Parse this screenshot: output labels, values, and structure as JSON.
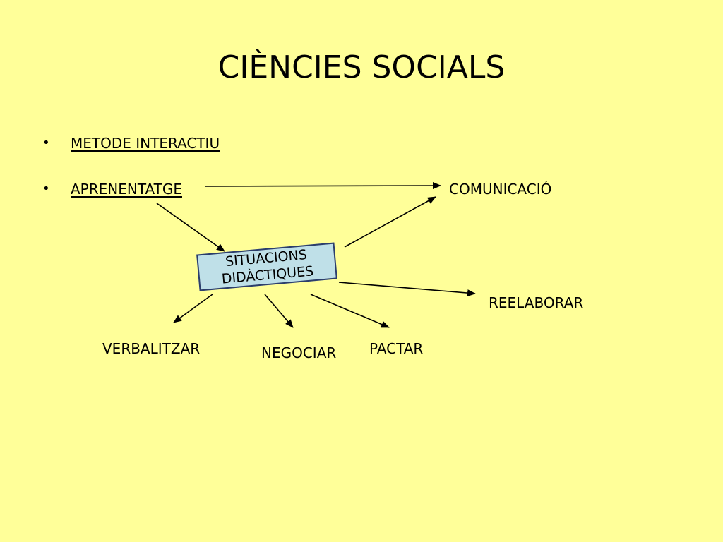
{
  "slide": {
    "title": "CIÈNCIES SOCIALS",
    "bullets": [
      {
        "marker": "•",
        "text": "METODE INTERACTIU"
      },
      {
        "marker": "•",
        "text": "APRENENTATGE"
      }
    ]
  },
  "diagram": {
    "center": {
      "line1": "SITUACIONS",
      "line2": "DIDÀCTIQUES"
    },
    "nodes": {
      "comunicacio": "COMUNICACIÓ",
      "reelaborar": "REELABORAR",
      "verbalitzar": "VERBALITZAR",
      "negociar": "NEGOCIAR",
      "pactar": "PACTAR"
    }
  },
  "colors": {
    "background": "#FFFF99",
    "box_fill": "#BFE0E8",
    "box_border": "#2C3E6B",
    "arrow": "#000000"
  }
}
